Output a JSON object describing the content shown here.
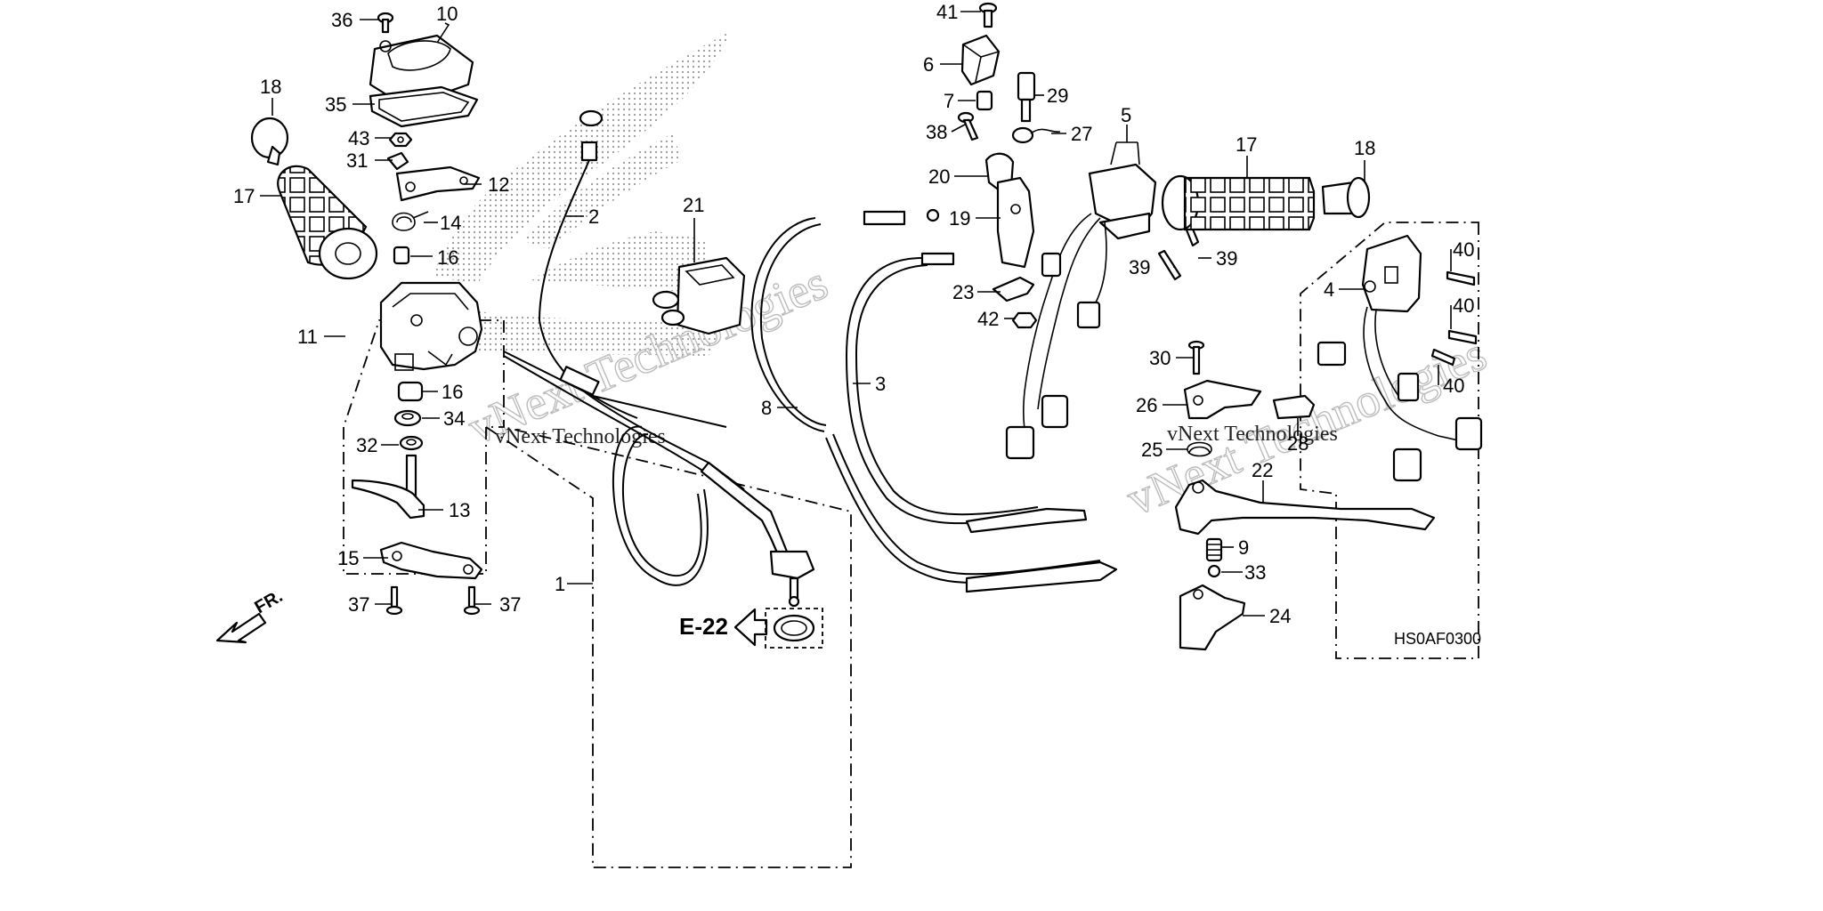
{
  "diagram": {
    "drawing_code": "HS0AF0300",
    "reference": {
      "label": "E-22"
    },
    "front_marker": {
      "label": "FR."
    },
    "watermark": {
      "large": "vNext Technologies",
      "small": "vNext Technologies"
    },
    "callouts": {
      "c1": "1",
      "c2": "2",
      "c3": "3",
      "c4": "4",
      "c5": "5",
      "c6": "6",
      "c7": "7",
      "c8": "8",
      "c9": "9",
      "c10": "10",
      "c11": "11",
      "c12": "12",
      "c13": "13",
      "c14": "14",
      "c15": "15",
      "c16a": "16",
      "c16b": "16",
      "c17a": "17",
      "c17b": "17",
      "c18a": "18",
      "c18b": "18",
      "c19": "19",
      "c20": "20",
      "c21": "21",
      "c22": "22",
      "c23": "23",
      "c24": "24",
      "c25": "25",
      "c26": "26",
      "c27": "27",
      "c28": "28",
      "c29": "29",
      "c30": "30",
      "c31": "31",
      "c32": "32",
      "c33": "33",
      "c34": "34",
      "c35": "35",
      "c36": "36",
      "c37a": "37",
      "c37b": "37",
      "c38": "38",
      "c39a": "39",
      "c39b": "39",
      "c40a": "40",
      "c40b": "40",
      "c40c": "40",
      "c41": "41",
      "c42": "42",
      "c43": "43"
    }
  }
}
